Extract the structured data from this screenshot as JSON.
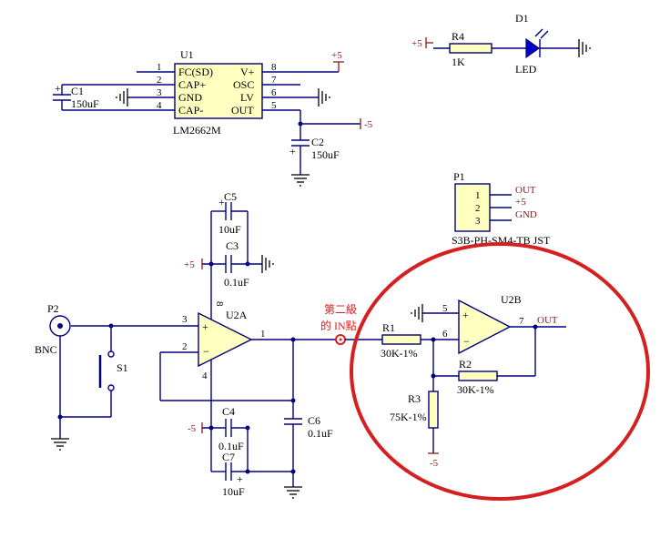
{
  "u1": {
    "ref": "U1",
    "part": "LM2662M",
    "left_pins": [
      {
        "num": "1",
        "name": "FC(SD)"
      },
      {
        "num": "2",
        "name": "CAP+"
      },
      {
        "num": "3",
        "name": "GND"
      },
      {
        "num": "4",
        "name": "CAP-"
      }
    ],
    "right_pins": [
      {
        "num": "8",
        "name": "V+"
      },
      {
        "num": "7",
        "name": "OSC"
      },
      {
        "num": "6",
        "name": "LV"
      },
      {
        "num": "5",
        "name": "OUT"
      }
    ],
    "net_plus5": "+5",
    "net_minus5": "-5"
  },
  "c1": {
    "ref": "C1",
    "value": "150uF"
  },
  "c2": {
    "ref": "C2",
    "value": "150uF"
  },
  "r4": {
    "ref": "R4",
    "value": "1K",
    "net": "+5"
  },
  "d1": {
    "ref": "D1",
    "value": "LED"
  },
  "p1": {
    "ref": "P1",
    "part": "S3B-PH-SM4-TB JST",
    "pins": [
      {
        "num": "1",
        "net": "OUT"
      },
      {
        "num": "2",
        "net": "+5"
      },
      {
        "num": "3",
        "net": "GND"
      }
    ]
  },
  "c5": {
    "ref": "C5",
    "value": "10uF"
  },
  "c3": {
    "ref": "C3",
    "value": "0.1uF",
    "net": "+5"
  },
  "u2a": {
    "ref": "U2A",
    "pin_in_plus": "3",
    "pin_in_minus": "2",
    "pin_out": "1",
    "pin_vplus": "8",
    "pin_vminus": "4"
  },
  "p2": {
    "ref": "P2",
    "part": "BNC"
  },
  "s1": {
    "ref": "S1"
  },
  "c4": {
    "ref": "C4",
    "value": "0.1uF",
    "net": "-5"
  },
  "c7": {
    "ref": "C7",
    "value": "10uF"
  },
  "c6": {
    "ref": "C6",
    "value": "0.1uF"
  },
  "annotation": {
    "line1": "第二級",
    "line2": "的 IN點"
  },
  "u2b": {
    "ref": "U2B",
    "pin_in_plus": "5",
    "pin_in_minus": "6",
    "pin_out": "7",
    "out_net": "OUT"
  },
  "r1": {
    "ref": "R1",
    "value": "30K-1%"
  },
  "r2": {
    "ref": "R2",
    "value": "30K-1%"
  },
  "r3": {
    "ref": "R3",
    "value": "75K-1%",
    "net": "-5"
  },
  "colors": {
    "wire": "#000080",
    "net_label": "#8b1a1a",
    "highlight": "#d42020",
    "body_fill": "#ffffc0"
  }
}
